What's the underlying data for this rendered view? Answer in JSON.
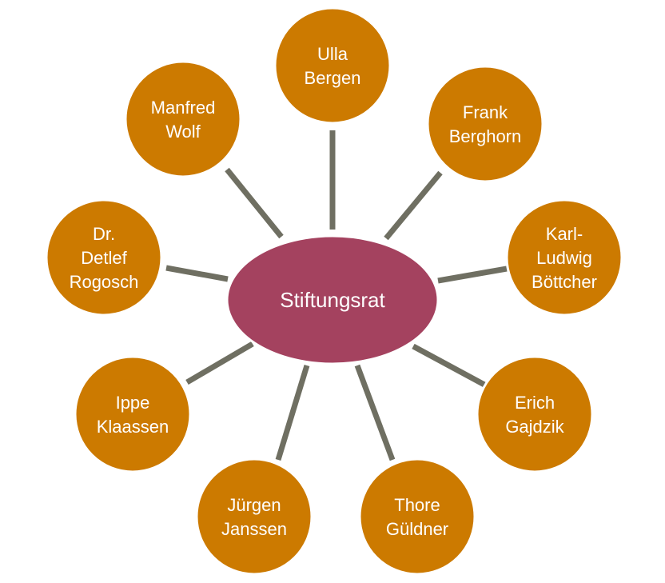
{
  "colors": {
    "center_fill": "#a4425f",
    "member_fill": "#cc7a00",
    "connector": "#6f6f62",
    "text": "#ffffff"
  },
  "center": {
    "label": "Stiftungsrat"
  },
  "members": [
    {
      "lines": [
        "Ulla",
        "Bergen"
      ]
    },
    {
      "lines": [
        "Frank",
        "Berghorn"
      ]
    },
    {
      "lines": [
        "Karl-",
        "Ludwig",
        "Böttcher"
      ]
    },
    {
      "lines": [
        "Erich",
        "Gajdzik"
      ]
    },
    {
      "lines": [
        "Thore",
        "Güldner"
      ]
    },
    {
      "lines": [
        "Jürgen",
        "Janssen"
      ]
    },
    {
      "lines": [
        "Ippe",
        "Klaassen"
      ]
    },
    {
      "lines": [
        "Dr.",
        "Detlef",
        "Rogosch"
      ]
    },
    {
      "lines": [
        "Manfred",
        "Wolf"
      ]
    }
  ]
}
